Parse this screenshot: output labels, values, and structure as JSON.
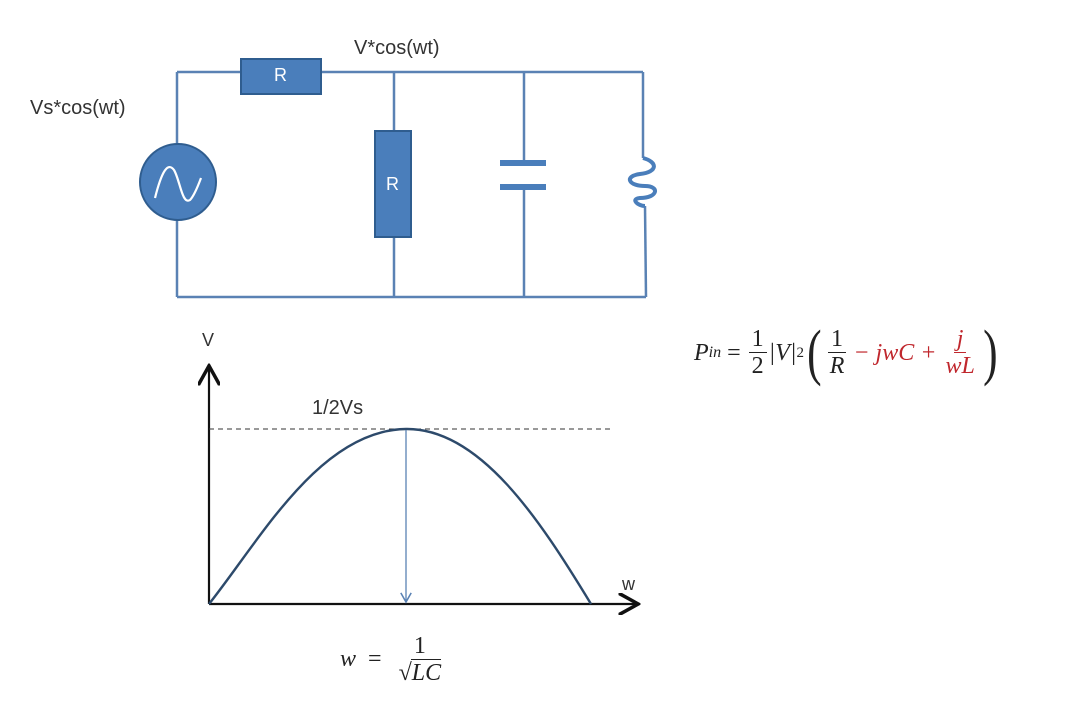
{
  "circuit": {
    "source_label": "Vs*cos(wt)",
    "node_label": "V*cos(wt)",
    "series_resistor_label": "R",
    "shunt_resistor_label": "R",
    "components": [
      "ac-voltage-source",
      "series-resistor",
      "shunt-resistor",
      "capacitor",
      "inductor"
    ],
    "colors": {
      "wire": "#5a82b4",
      "component_fill": "#4a7ebb",
      "component_border": "#2f5d8f",
      "label_on_component": "#ffffff"
    }
  },
  "graph": {
    "y_axis_label": "V",
    "x_axis_label": "w",
    "peak_label": "1/2Vs",
    "resonance_formula": {
      "lhs": "w",
      "eq": "=",
      "num": "1",
      "den": "LC",
      "sqrt": "√"
    }
  },
  "power_formula": {
    "lhs": "P",
    "lhs_sub": "in",
    "eq": "=",
    "half_num": "1",
    "half_den": "2",
    "abs_v": "|V|",
    "exp": "2",
    "term1_num": "1",
    "term1_den": "R",
    "term2": "− jwC +",
    "term3_num": "j",
    "term3_den": "wL",
    "highlight_color": "#c0272d"
  },
  "chart_data": {
    "type": "line",
    "title": "",
    "xlabel": "w",
    "ylabel": "V",
    "annotations": [
      "1/2Vs (dashed line at peak)",
      "w = 1/√(LC) at peak"
    ],
    "x": [
      0,
      0.1,
      0.2,
      0.3,
      0.4,
      0.5,
      0.6,
      0.7,
      0.8,
      0.9,
      1.0
    ],
    "values": [
      0,
      0.31,
      0.59,
      0.81,
      0.95,
      1.0,
      0.95,
      0.81,
      0.59,
      0.31,
      0
    ],
    "peak": {
      "x": 0.5,
      "y": 1.0,
      "label": "1/2Vs"
    },
    "grid": false
  }
}
